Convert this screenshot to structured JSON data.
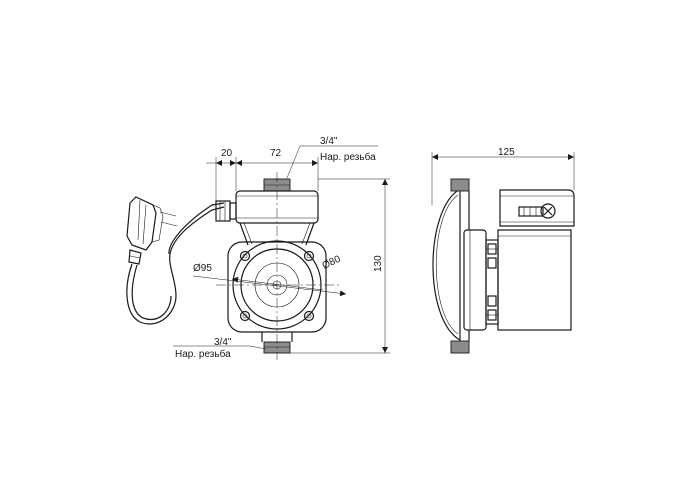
{
  "dimensions": {
    "top_left": "20",
    "top_mid": "72",
    "height": "130",
    "side_width": "125",
    "diameter_outer": "Ø95",
    "diameter_inner": "Ø80"
  },
  "annotations": {
    "thread_top": {
      "size": "3/4\"",
      "label": "Нар. резьба"
    },
    "thread_bottom": {
      "size": "3/4\"",
      "label": "Нар. резьба"
    }
  },
  "colors": {
    "line": "#1a1a1a",
    "thread_fill": "#8c8c8c",
    "background": "#ffffff"
  }
}
